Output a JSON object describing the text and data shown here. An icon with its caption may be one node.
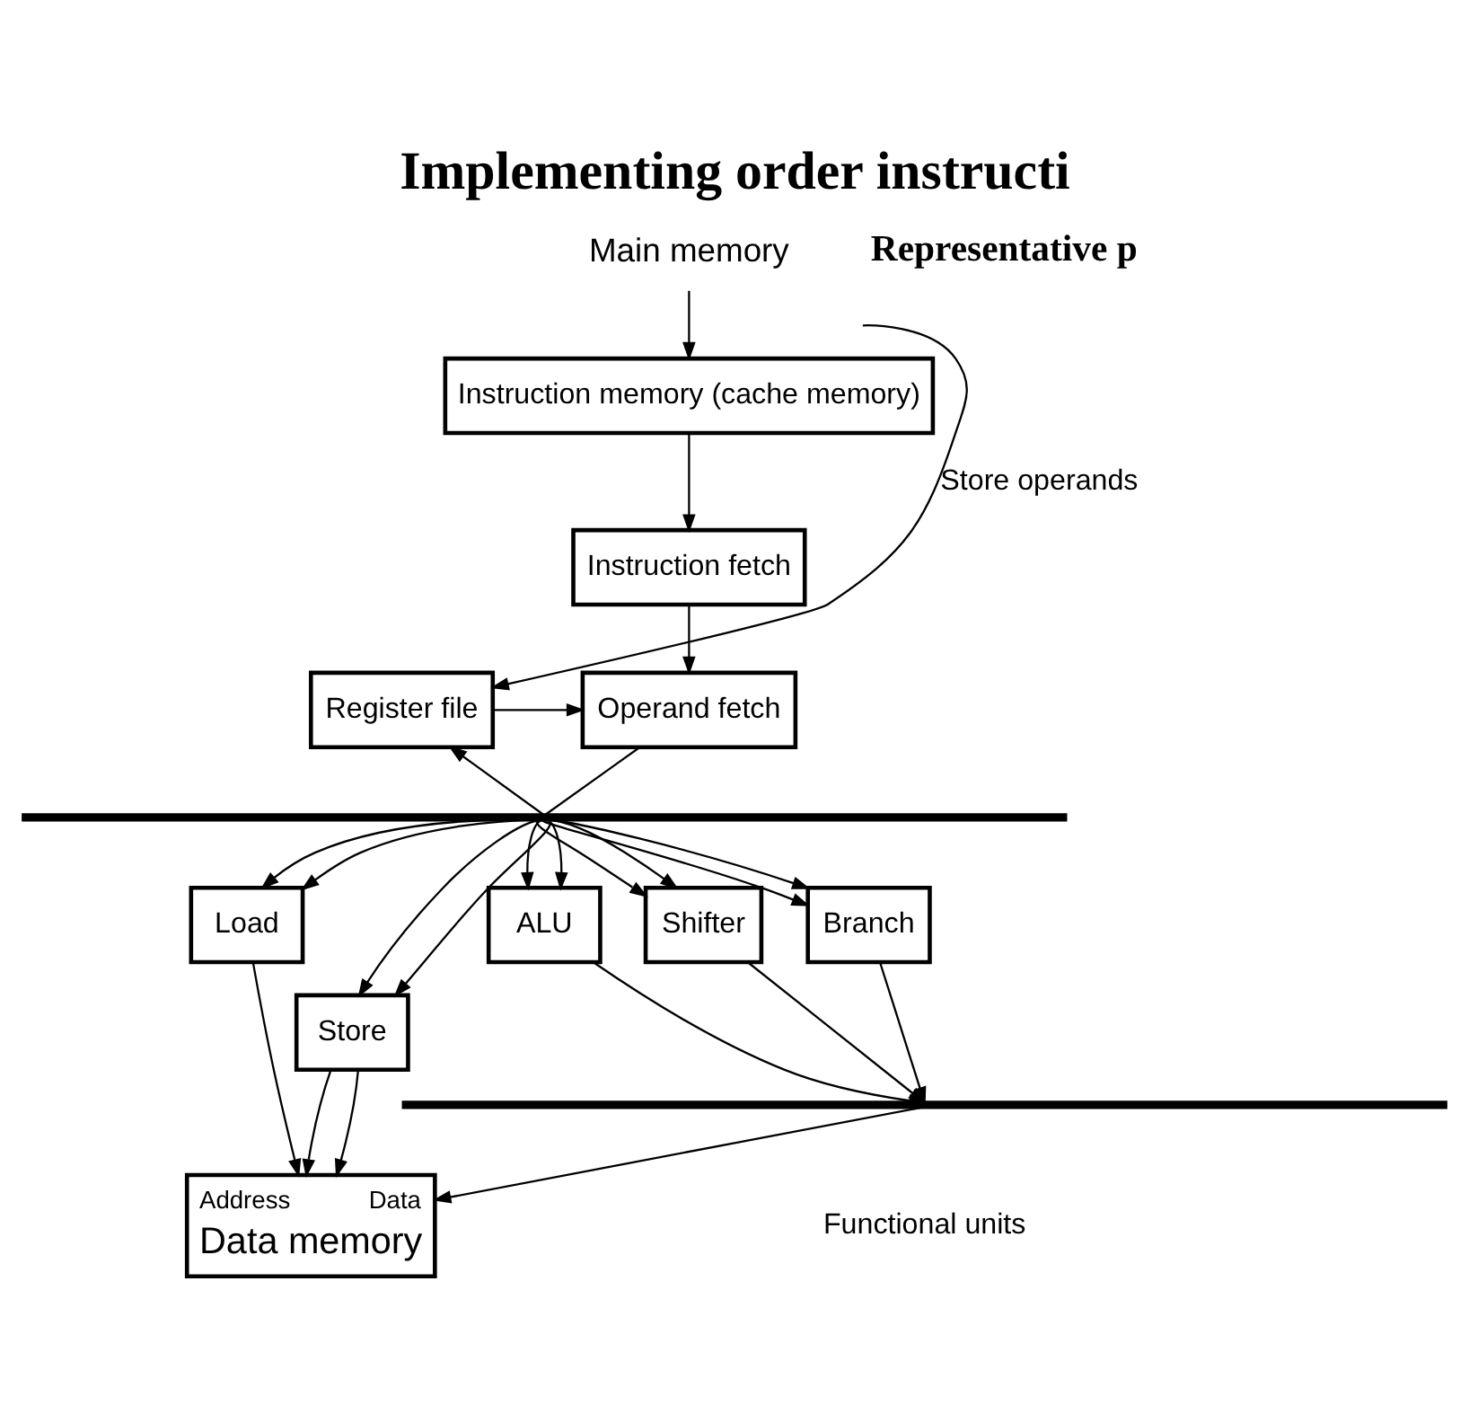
{
  "diagram": {
    "title": "Implementing order instructi",
    "nodes": [
      {
        "text": [
          "Main memory"
        ]
      },
      {
        "text": [
          "Instruction memory (cache memory)"
        ]
      },
      {
        "text": [
          "Instruction fetch"
        ]
      },
      {
        "text": [
          "Operand fetch"
        ]
      },
      {
        "text": [
          "Register file"
        ]
      },
      {
        "text": [],
        "shape": "bar"
      },
      {
        "text": [
          "Load"
        ]
      },
      {
        "text": [
          "Store"
        ]
      },
      {
        "text": [
          "ALU"
        ]
      },
      {
        "text": [
          "Shifter"
        ]
      },
      {
        "text": [
          "Branch"
        ]
      },
      {
        "text": [],
        "shape": "bar"
      },
      {
        "text": [
          "Address",
          "Data",
          "Data memory"
        ]
      }
    ],
    "edges": [
      {
        "from": 0,
        "to": 1,
        "arrow": "to"
      },
      {
        "from": 1,
        "to": 2,
        "arrow": "to"
      },
      {
        "from": 2,
        "to": 3,
        "arrow": "to"
      },
      {
        "from": 4,
        "to": 3,
        "arrow": "to"
      },
      {
        "from": null,
        "to": 4,
        "arrow": "to",
        "label": "Store operands"
      },
      {
        "from": 3,
        "to": 5,
        "arrow": "none"
      },
      {
        "from": 5,
        "to": 4,
        "arrow": "to"
      },
      {
        "from": 5,
        "to": 6,
        "arrow": "to"
      },
      {
        "from": 5,
        "to": 6,
        "arrow": "to"
      },
      {
        "from": 5,
        "to": 7,
        "arrow": "to"
      },
      {
        "from": 5,
        "to": 7,
        "arrow": "to"
      },
      {
        "from": 5,
        "to": 8,
        "arrow": "to"
      },
      {
        "from": 5,
        "to": 8,
        "arrow": "to"
      },
      {
        "from": 5,
        "to": 9,
        "arrow": "to"
      },
      {
        "from": 5,
        "to": 9,
        "arrow": "to"
      },
      {
        "from": 5,
        "to": 10,
        "arrow": "to"
      },
      {
        "from": 5,
        "to": 10,
        "arrow": "to"
      },
      {
        "from": 8,
        "to": 11,
        "arrow": "to"
      },
      {
        "from": 9,
        "to": 11,
        "arrow": "to"
      },
      {
        "from": 10,
        "to": 11,
        "arrow": "to"
      },
      {
        "from": 6,
        "to": 12,
        "arrow": "to"
      },
      {
        "from": 7,
        "to": 12,
        "arrow": "to"
      },
      {
        "from": 7,
        "to": 12,
        "arrow": "to"
      },
      {
        "from": 11,
        "to": 12,
        "arrow": "to"
      }
    ],
    "labels": [
      "Representative p",
      "Functional units"
    ]
  }
}
